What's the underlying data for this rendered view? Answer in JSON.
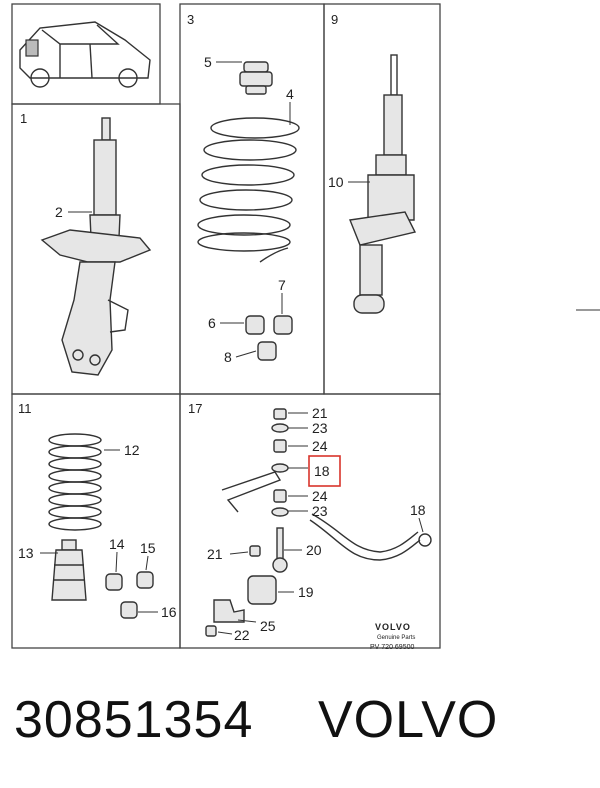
{
  "panels": {
    "p1": "1",
    "p3": "3",
    "p9": "9",
    "p11": "11",
    "p17": "17"
  },
  "callouts": {
    "c2": "2",
    "c4": "4",
    "c5": "5",
    "c6": "6",
    "c7": "7",
    "c8": "8",
    "c10": "10",
    "c12": "12",
    "c13": "13",
    "c14": "14",
    "c15": "15",
    "c16": "16",
    "c18_top": "18",
    "c18_right": "18",
    "c19": "19",
    "c20": "20",
    "c21_top": "21",
    "c21_left": "21",
    "c22": "22",
    "c23_top": "23",
    "c23_bottom": "23",
    "c24_top": "24",
    "c24_bottom": "24",
    "c25": "25"
  },
  "highlight_color": "#d9342b",
  "logo": {
    "brand": "VOLVO",
    "subtitle": "Genuine Parts",
    "code": "PV 720 69500"
  },
  "footer": {
    "part_number": "30851354",
    "brand": "VOLVO"
  }
}
